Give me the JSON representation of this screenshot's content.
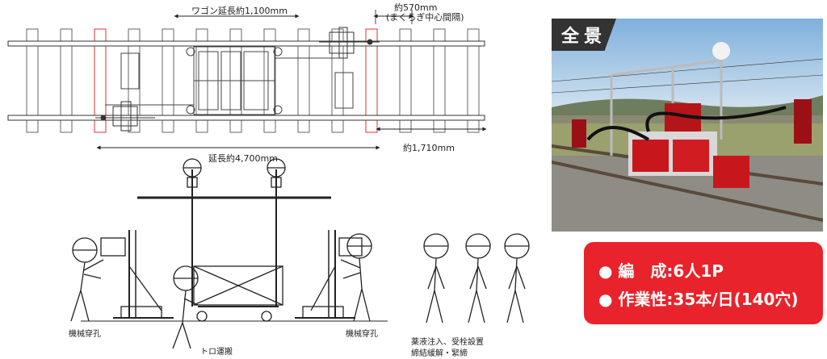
{
  "dimensions": {
    "wagon_length": "ワゴン延長約1,100mm",
    "tie_spacing_line1": "約570mm",
    "tie_spacing_line2": "(まくらぎ中心間隔)",
    "total_length": "延長約4,700mm",
    "span": "約1,710mm"
  },
  "labels": {
    "drilling_left": "機械穿孔",
    "drilling_right": "機械穿孔",
    "trolley": "トロ運搬",
    "chemical_line1": "薬液注入、受栓設置",
    "chemical_line2": "締結緩解・緊締"
  },
  "photo": {
    "label": "全景"
  },
  "specs": {
    "line1": "● 編　成:6人1P",
    "line2": "● 作業性:35本/日(140穴)"
  },
  "colors": {
    "accent": "#e8232b",
    "tie_outline": "#e03030"
  }
}
